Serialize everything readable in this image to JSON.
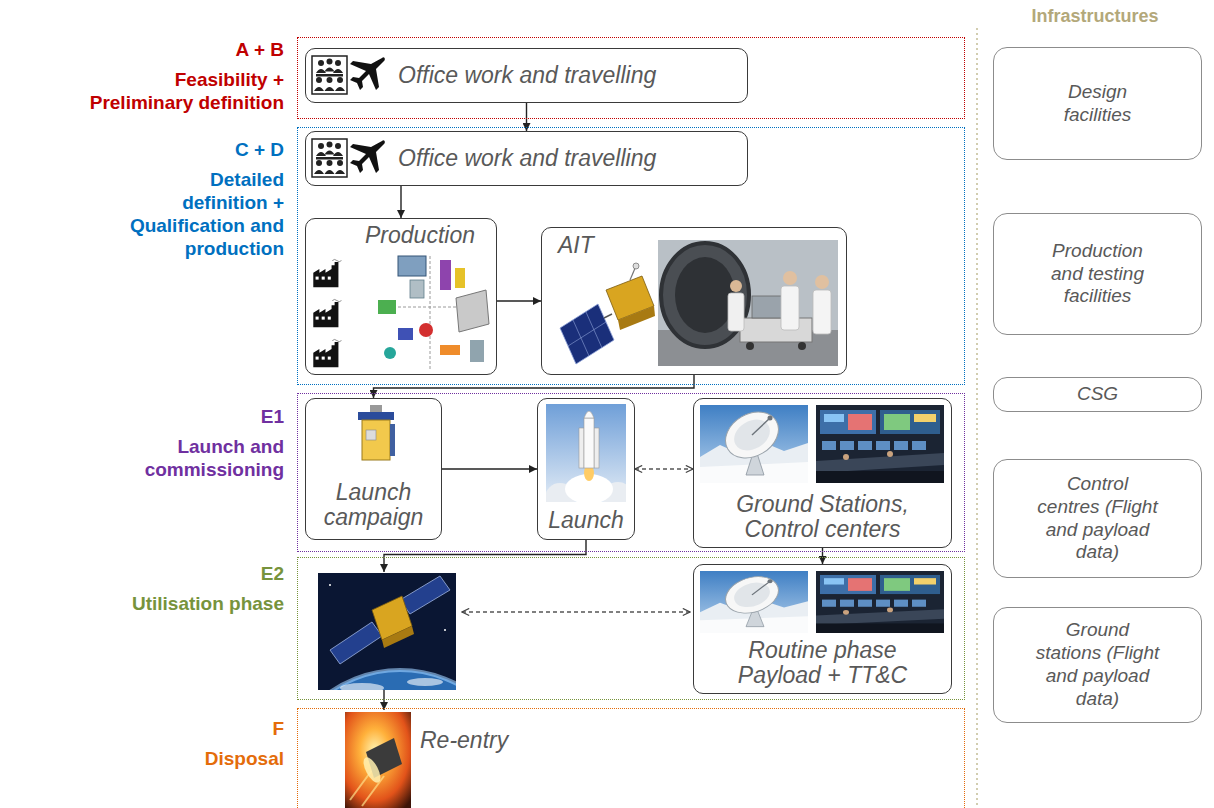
{
  "diagram": {
    "nodes": [
      {
        "text": [
          "A + B",
          "Feasibility + Preliminary definition"
        ]
      },
      {
        "text": [
          "Office work and travelling"
        ],
        "in": 0
      },
      {
        "text": [
          "C + D",
          "Detailed definition + Qualification and production"
        ]
      },
      {
        "text": [
          "Office work and travelling"
        ],
        "in": 2
      },
      {
        "text": [
          "Production"
        ],
        "in": 2
      },
      {
        "text": [
          "AIT"
        ],
        "in": 2
      },
      {
        "text": [
          "E1",
          "Launch and commissioning"
        ]
      },
      {
        "text": [
          "Launch campaign"
        ],
        "in": 6
      },
      {
        "text": [
          "Launch"
        ],
        "in": 6
      },
      {
        "text": [
          "Ground Stations, Control centers"
        ],
        "in": 6
      },
      {
        "text": [
          "E2",
          "Utilisation phase"
        ]
      },
      {
        "text": [
          "Routine phase Payload + TT&C"
        ],
        "in": 10
      },
      {
        "text": [
          "F",
          "Disposal"
        ]
      },
      {
        "text": [
          "Re-entry"
        ],
        "in": 12
      },
      {
        "text": [
          "Design facilities"
        ]
      },
      {
        "text": [
          "Production and testing facilities"
        ]
      },
      {
        "text": [
          "CSG"
        ]
      },
      {
        "text": [
          "Control centres (Flight and payload data)"
        ]
      },
      {
        "text": [
          "Ground stations (Flight and payload data)"
        ]
      }
    ],
    "edges": [
      {
        "from": 1,
        "to": 3,
        "arrow": "to"
      },
      {
        "from": 3,
        "to": 4,
        "arrow": "to"
      },
      {
        "from": 4,
        "to": 5,
        "arrow": "to"
      },
      {
        "from": 5,
        "to": 7,
        "arrow": "to"
      },
      {
        "from": 7,
        "to": 8,
        "arrow": "to"
      },
      {
        "from": 8,
        "to": 9,
        "arrow": "both"
      },
      {
        "from": 9,
        "to": 11,
        "arrow": "to"
      }
    ],
    "labels": [
      "Infrastructures"
    ]
  }
}
